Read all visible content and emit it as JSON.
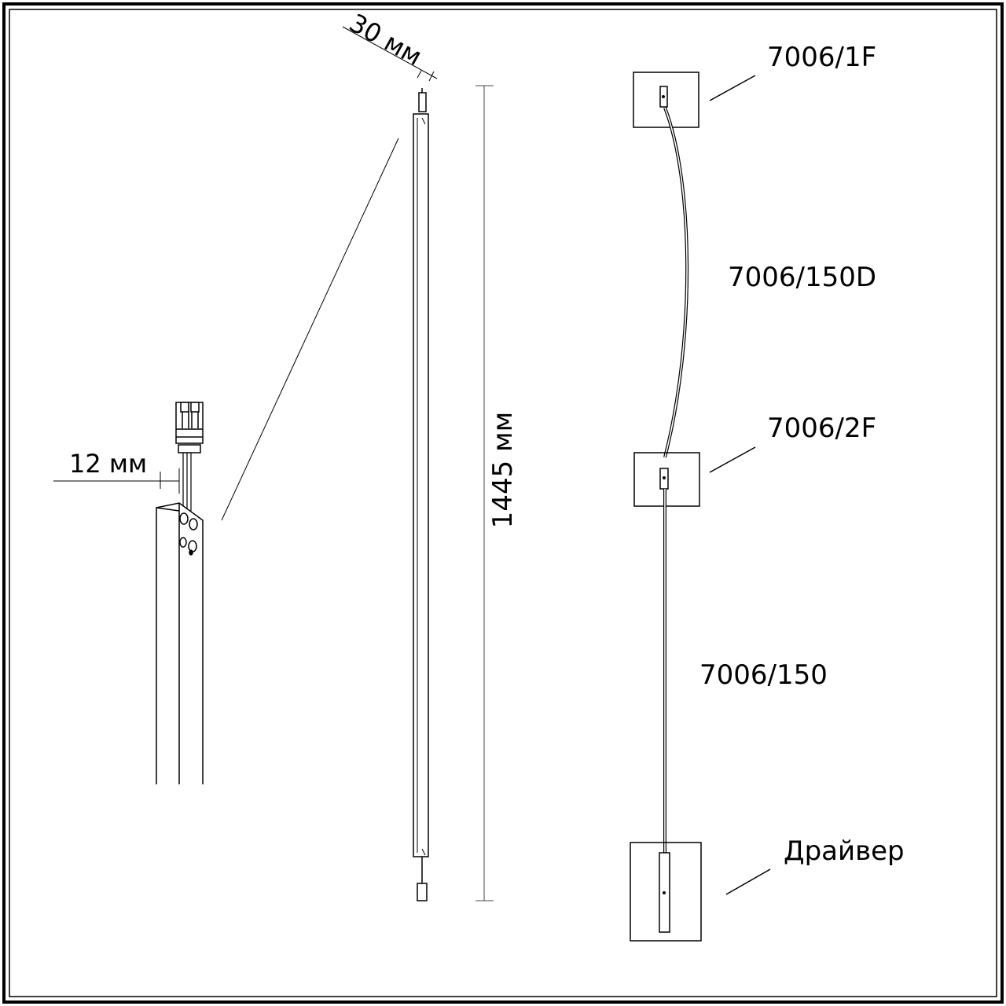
{
  "labels": {
    "dim_30": "30 мм",
    "dim_12": "12 мм",
    "dim_1445": "1445 мм",
    "part_1f": "7006/1F",
    "part_150d": "7006/150D",
    "part_2f": "7006/2F",
    "part_150": "7006/150",
    "driver": "Драйвер"
  },
  "colors": {
    "line": "#000000",
    "dimension": "#4a4a4a",
    "background": "#ffffff"
  }
}
